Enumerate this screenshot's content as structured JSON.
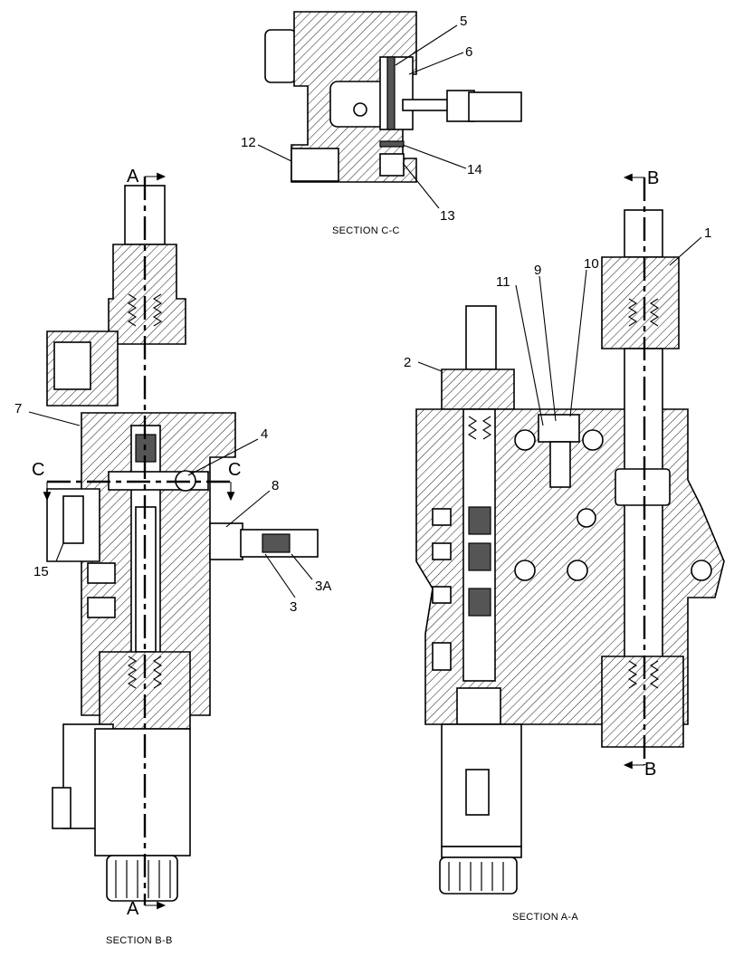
{
  "sections": {
    "cc": "SECTION C-C",
    "bb": "SECTION B-B",
    "aa": "SECTION A-A"
  },
  "cut_letters": {
    "a_top": "A",
    "a_bottom": "A",
    "b_top": "B",
    "b_bottom": "B",
    "c_left": "C",
    "c_right": "C"
  },
  "callouts": {
    "n1": "1",
    "n2": "2",
    "n3": "3",
    "n3a": "3A",
    "n4": "4",
    "n5": "5",
    "n6": "6",
    "n7": "7",
    "n8": "8",
    "n9": "9",
    "n10": "10",
    "n11": "11",
    "n12": "12",
    "n13": "13",
    "n14": "14",
    "n15": "15"
  }
}
